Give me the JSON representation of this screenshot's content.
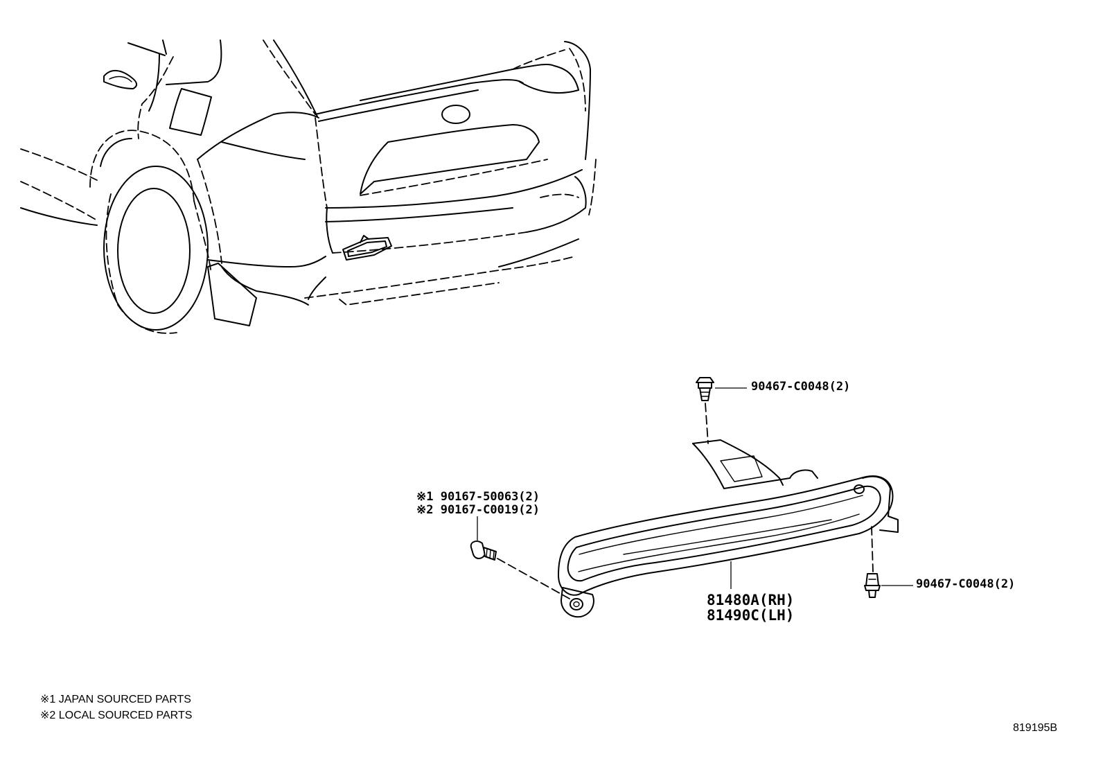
{
  "callouts": {
    "clip_top": "90467-C0048(2)",
    "clip_right": "90467-C0048(2)",
    "bolt_japan": "※1 90167-50063(2)",
    "bolt_local": "※2 90167-C0019(2)",
    "reflector_rh": "81480A(RH)",
    "reflector_lh": "81490C(LH)"
  },
  "notes": {
    "japan": "※1 JAPAN SOURCED PARTS",
    "local": "※2 LOCAL SOURCED PARTS"
  },
  "diagram_ref": "819195B"
}
